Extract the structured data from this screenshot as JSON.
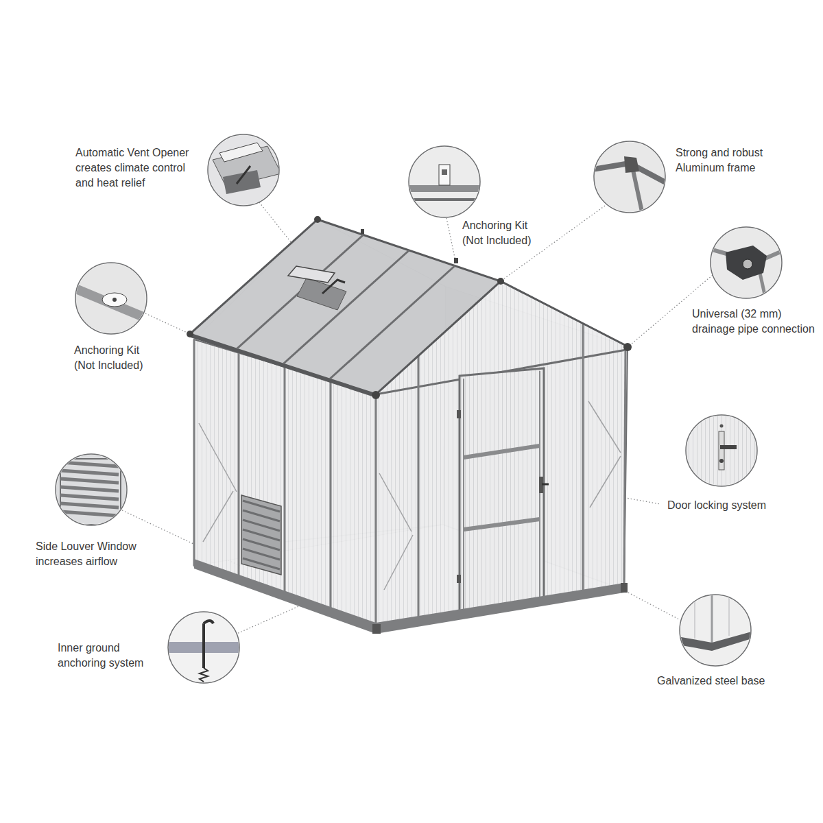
{
  "diagram": {
    "labels": [
      "Automatic Vent Opener creates climate control and heat relief",
      "Strong and robust Aluminum frame",
      "Anchoring Kit (Not Included)",
      "Universal (32 mm) drainage pipe connection",
      "Anchoring Kit (Not Included)",
      "Door locking system",
      "Side Louver Window increases airflow",
      "Inner ground anchoring system",
      "Galvanized steel base"
    ]
  }
}
